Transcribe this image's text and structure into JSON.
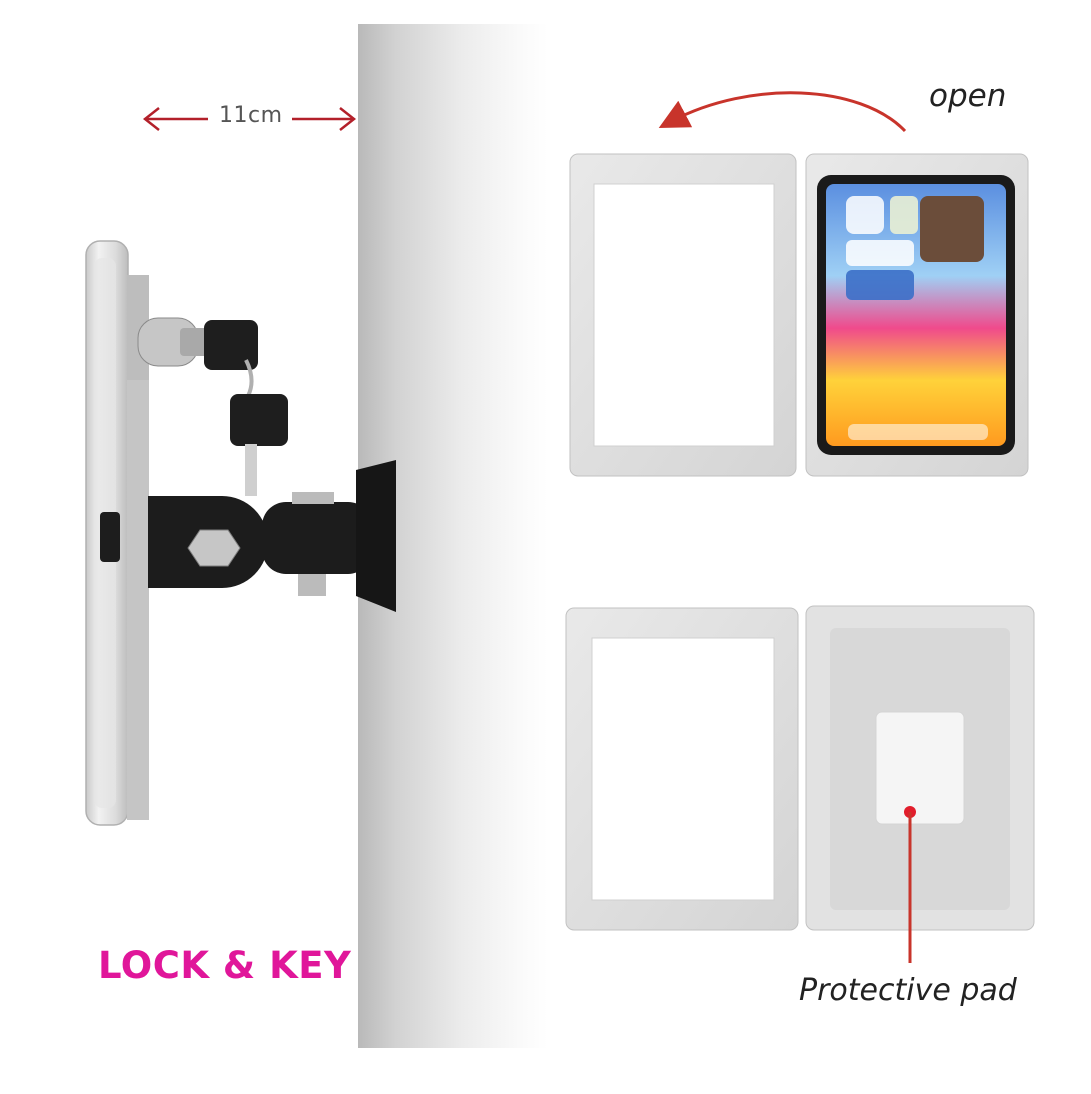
{
  "labels": {
    "dimension": "11cm",
    "open": "open",
    "lock_key": "LOCK & KEY",
    "protective_pad": "Protective pad"
  },
  "colors": {
    "accent_red": "#c8342b",
    "magenta": "#e0169a",
    "dim_arrow": "#b3202a"
  }
}
